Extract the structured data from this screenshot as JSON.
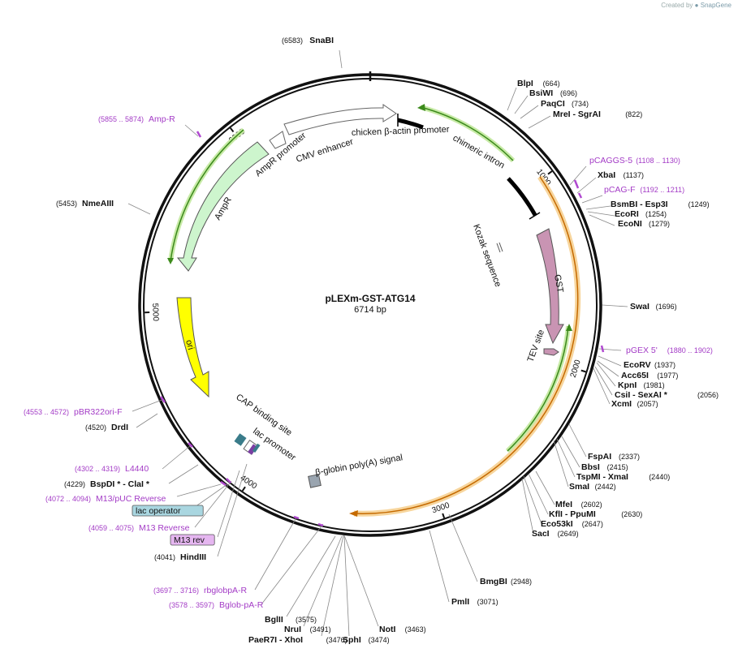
{
  "credit": {
    "prefix": "Created by",
    "brand": "SnapGene"
  },
  "plasmid": {
    "name": "pLEXm-GST-ATG14",
    "size_label": "6714 bp",
    "length": 6714
  },
  "ticks": [
    {
      "pos": 1000,
      "label": "1000"
    },
    {
      "pos": 2000,
      "label": "2000"
    },
    {
      "pos": 3000,
      "label": "3000"
    },
    {
      "pos": 4000,
      "label": "4000"
    },
    {
      "pos": 5000,
      "label": "5000"
    },
    {
      "pos": 6000,
      "label": "6000"
    }
  ],
  "features": [
    {
      "name": "chicken β-actin promoter"
    },
    {
      "name": "chimeric intron"
    },
    {
      "name": "CMV enhancer"
    },
    {
      "name": "AmpR promoter"
    },
    {
      "name": "AmpR"
    },
    {
      "name": "ori"
    },
    {
      "name": "GST"
    },
    {
      "name": "TEV site"
    },
    {
      "name": "Kozak sequence"
    },
    {
      "name": "CAP binding site"
    },
    {
      "name": "lac promoter"
    },
    {
      "name": "β-globin poly(A) signal"
    }
  ],
  "sites": [
    {
      "name": "SnaBI",
      "pos": "(6583)",
      "kind": "enzyme"
    },
    {
      "name": "BlpI",
      "pos": "(664)",
      "kind": "enzyme"
    },
    {
      "name": "BsiWI",
      "pos": "(696)",
      "kind": "enzyme"
    },
    {
      "name": "PaqCI",
      "pos": "(734)",
      "kind": "enzyme"
    },
    {
      "name": "MreI  - SgrAI",
      "pos": "(822)",
      "kind": "enzyme"
    },
    {
      "name": "pCAGGS-5",
      "pos": "(1108 .. 1130)",
      "kind": "primer"
    },
    {
      "name": "XbaI",
      "pos": "(1137)",
      "kind": "enzyme"
    },
    {
      "name": "pCAG-F",
      "pos": "(1192 .. 1211)",
      "kind": "primer"
    },
    {
      "name": "BsmBI  - Esp3I",
      "pos": "(1249)",
      "kind": "enzyme"
    },
    {
      "name": "EcoRI",
      "pos": "(1254)",
      "kind": "enzyme"
    },
    {
      "name": "EcoNI",
      "pos": "(1279)",
      "kind": "enzyme"
    },
    {
      "name": "SwaI",
      "pos": "(1696)",
      "kind": "enzyme"
    },
    {
      "name": "pGEX 5'",
      "pos": "(1880 .. 1902)",
      "kind": "primer"
    },
    {
      "name": "EcoRV",
      "pos": "(1937)",
      "kind": "enzyme"
    },
    {
      "name": "Acc65I",
      "pos": "(1977)",
      "kind": "enzyme"
    },
    {
      "name": "KpnI",
      "pos": "(1981)",
      "kind": "enzyme"
    },
    {
      "name": "CsiI  - SexAI *",
      "pos": "(2056)",
      "kind": "enzyme"
    },
    {
      "name": "XcmI",
      "pos": "(2057)",
      "kind": "enzyme"
    },
    {
      "name": "FspAI",
      "pos": "(2337)",
      "kind": "enzyme"
    },
    {
      "name": "BbsI",
      "pos": "(2415)",
      "kind": "enzyme"
    },
    {
      "name": "TspMI  - XmaI",
      "pos": "(2440)",
      "kind": "enzyme"
    },
    {
      "name": "SmaI",
      "pos": "(2442)",
      "kind": "enzyme"
    },
    {
      "name": "MfeI",
      "pos": "(2602)",
      "kind": "enzyme"
    },
    {
      "name": "KflI  - PpuMI",
      "pos": "(2630)",
      "kind": "enzyme"
    },
    {
      "name": "Eco53kI",
      "pos": "(2647)",
      "kind": "enzyme"
    },
    {
      "name": "SacI",
      "pos": "(2649)",
      "kind": "enzyme"
    },
    {
      "name": "BmgBI",
      "pos": "(2948)",
      "kind": "enzyme"
    },
    {
      "name": "PmlI",
      "pos": "(3071)",
      "kind": "enzyme"
    },
    {
      "name": "NotI",
      "pos": "(3463)",
      "kind": "enzyme"
    },
    {
      "name": "SphI",
      "pos": "(3474)",
      "kind": "enzyme"
    },
    {
      "name": "PaeR7I  - XhoI",
      "pos": "(3476)",
      "kind": "enzyme"
    },
    {
      "name": "NruI",
      "pos": "(3491)",
      "kind": "enzyme"
    },
    {
      "name": "BglII",
      "pos": "(3575)",
      "kind": "enzyme"
    },
    {
      "name": "Bglob-pA-R",
      "pos": "(3578 .. 3597)",
      "kind": "primer"
    },
    {
      "name": "rbglobpA-R",
      "pos": "(3697 .. 3716)",
      "kind": "primer"
    },
    {
      "name": "HindIII",
      "pos": "(4041)",
      "kind": "enzyme"
    },
    {
      "name": "M13 rev",
      "pos": "",
      "kind": "box-purple"
    },
    {
      "name": "M13 Reverse",
      "pos": "(4059 .. 4075)",
      "kind": "primer"
    },
    {
      "name": "lac operator",
      "pos": "",
      "kind": "box-blue"
    },
    {
      "name": "M13/pUC Reverse",
      "pos": "(4072 .. 4094)",
      "kind": "primer"
    },
    {
      "name": "BspDI *  - ClaI *",
      "pos": "(4229)",
      "kind": "enzyme"
    },
    {
      "name": "L4440",
      "pos": "(4302 .. 4319)",
      "kind": "primer"
    },
    {
      "name": "DrdI",
      "pos": "(4520)",
      "kind": "enzyme"
    },
    {
      "name": "pBR322ori-F",
      "pos": "(4553 .. 4572)",
      "kind": "primer"
    },
    {
      "name": "NmeAIII",
      "pos": "(5453)",
      "kind": "enzyme"
    },
    {
      "name": "Amp-R",
      "pos": "(5855 .. 5874)",
      "kind": "primer"
    }
  ]
}
